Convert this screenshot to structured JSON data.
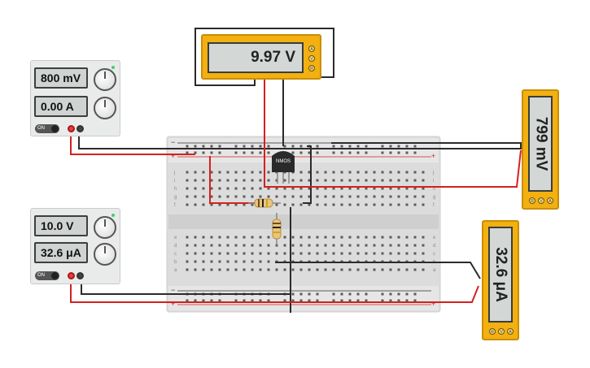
{
  "power_supply_1": {
    "voltage_display": "800 mV",
    "current_display": "0.00 A",
    "switch_label": "ON"
  },
  "power_supply_2": {
    "voltage_display": "10.0 V",
    "current_display": "32.6 μA",
    "switch_label": "ON"
  },
  "multimeter_top": {
    "reading": "9.97 V",
    "modes": [
      "A",
      "V",
      "R"
    ]
  },
  "multimeter_right_top": {
    "reading": "799 mV",
    "modes": [
      "R",
      "V",
      "A"
    ]
  },
  "multimeter_right_bottom": {
    "reading": "32.6 μA",
    "modes": [
      "R",
      "V",
      "A"
    ]
  },
  "transistor": {
    "label": "NMOS"
  },
  "breadboard": {
    "row_letters_top": [
      "j",
      "i",
      "h",
      "g",
      "f"
    ],
    "row_letters_bottom": [
      "e",
      "d",
      "c",
      "b",
      "a"
    ],
    "rail_plus": "+",
    "rail_minus": "−"
  },
  "colors": {
    "wire_red": "#d42020",
    "wire_black": "#2b2b2b",
    "meter_yellow": "#f2b011",
    "breadboard": "#dfdfdf",
    "led_green": "#3fcf6a"
  },
  "icons": [
    "power-supply-knob-icon",
    "multimeter-mode-button-icon",
    "resistor-icon",
    "nmos-transistor-icon"
  ]
}
